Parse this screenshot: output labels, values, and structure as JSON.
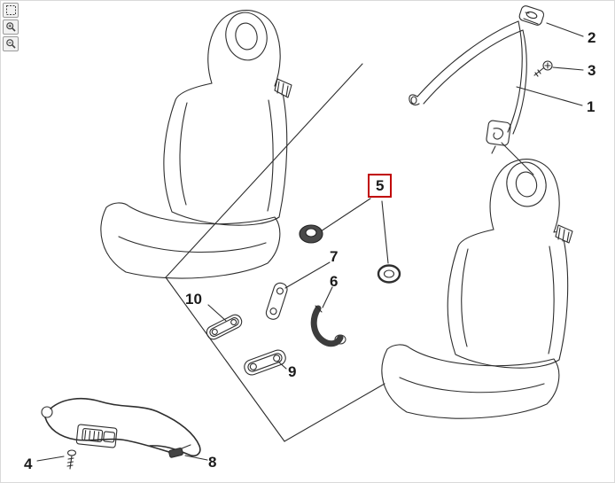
{
  "toolbar": {
    "buttons": [
      {
        "name": "zoom-window",
        "icon": "zoom-window-icon"
      },
      {
        "name": "zoom-in",
        "icon": "zoom-in-icon"
      },
      {
        "name": "zoom-out",
        "icon": "zoom-out-icon"
      }
    ]
  },
  "diagram": {
    "highlight_color": "#c00000",
    "line_color": "#2e2e2e",
    "callouts": [
      {
        "label": "1",
        "highlighted": false
      },
      {
        "label": "2",
        "highlighted": false
      },
      {
        "label": "3",
        "highlighted": false
      },
      {
        "label": "4",
        "highlighted": false
      },
      {
        "label": "5",
        "highlighted": true
      },
      {
        "label": "6",
        "highlighted": false
      },
      {
        "label": "7",
        "highlighted": false
      },
      {
        "label": "8",
        "highlighted": false
      },
      {
        "label": "9",
        "highlighted": false
      },
      {
        "label": "10",
        "highlighted": false
      }
    ]
  }
}
